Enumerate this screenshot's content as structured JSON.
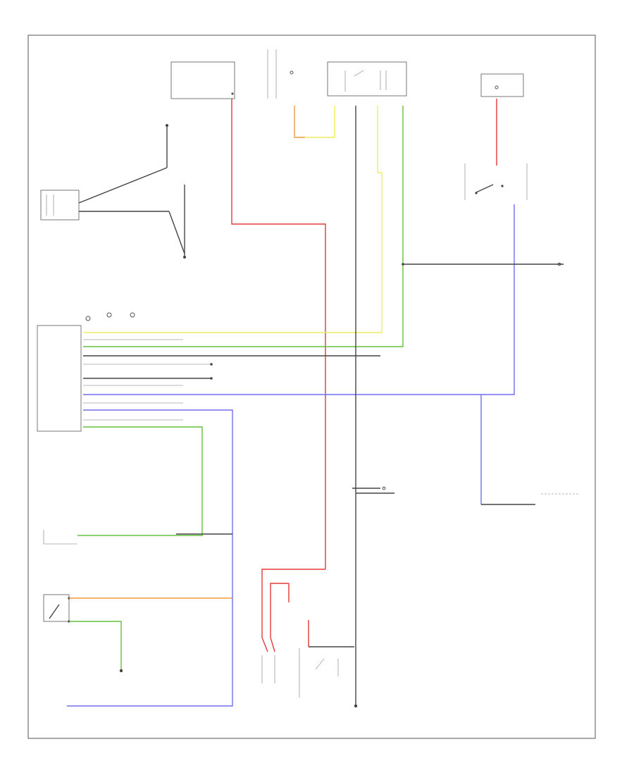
{
  "diagram": {
    "code": "",
    "components": [
      {
        "id": "fuse-block",
        "label": ""
      },
      {
        "id": "battery-sensor",
        "label": ""
      },
      {
        "id": "hot-in-run-start",
        "label": ""
      },
      {
        "id": "starter-relay",
        "label": ""
      },
      {
        "id": "hot-in-run-right",
        "label": ""
      },
      {
        "id": "neutral-switch",
        "label": ""
      },
      {
        "id": "pcm",
        "label": ""
      },
      {
        "id": "tcm",
        "label": ""
      },
      {
        "id": "clutch-switch",
        "label": ""
      },
      {
        "id": "generator",
        "label": ""
      },
      {
        "id": "starter-motor",
        "label": ""
      },
      {
        "id": "instrument-cluster",
        "label": ""
      }
    ],
    "wires": [
      {
        "id": "red-feed",
        "color": "#e53935"
      },
      {
        "id": "yellow-feed",
        "color": "#f2ee5a"
      },
      {
        "id": "green-feed",
        "color": "#63c23d"
      },
      {
        "id": "blue-feed",
        "color": "#6f6ff0"
      },
      {
        "id": "orange-feed",
        "color": "#f29a3f"
      },
      {
        "id": "ground",
        "color": "#444444"
      }
    ]
  }
}
